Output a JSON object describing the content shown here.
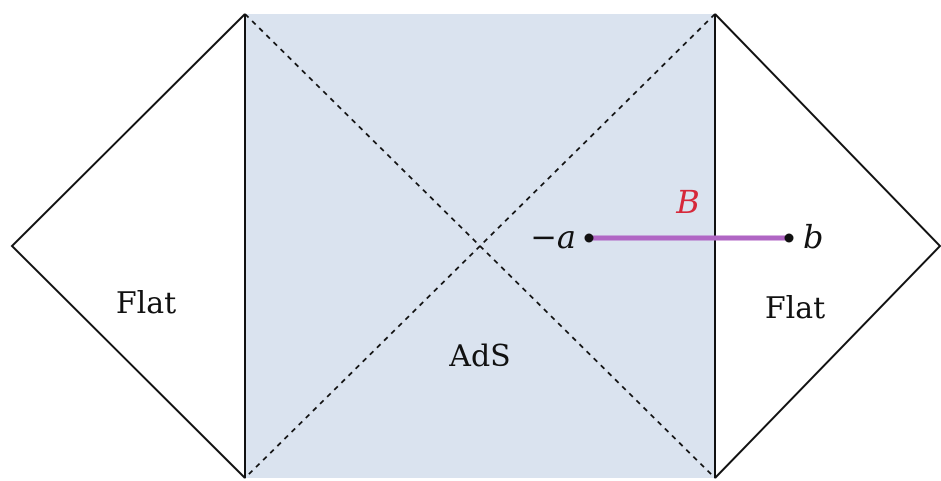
{
  "diagram": {
    "regions": {
      "left_label": "Flat",
      "center_label": "AdS",
      "right_label": "Flat"
    },
    "points": {
      "left_label": "−a",
      "right_label": "b"
    },
    "interval": {
      "label": "B"
    },
    "colors": {
      "ads_fill": "#dae3ef",
      "interval": "#b066c4",
      "interval_label": "#d6283a",
      "stroke": "#111111"
    }
  }
}
